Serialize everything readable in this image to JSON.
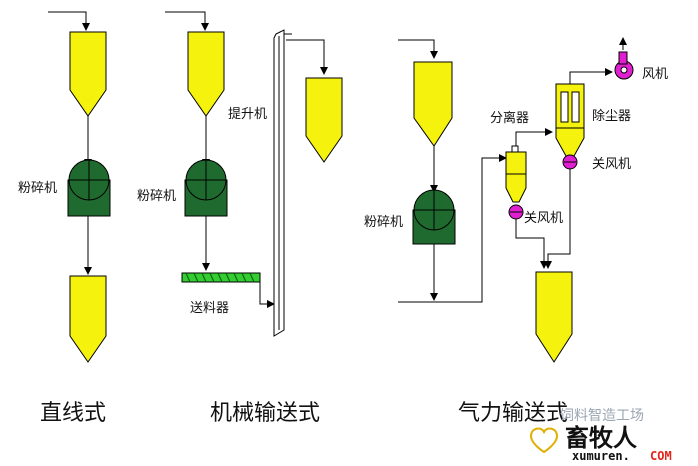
{
  "labels": {
    "crusher": "粉碎机",
    "elevator": "提升机",
    "conveyor": "送料器",
    "fan": "风机",
    "separator": "分离器",
    "dust_collector": "除尘器",
    "airlock": "关风机"
  },
  "captions": {
    "direct": "直线式",
    "mechanical": "机械输送式",
    "pneumatic": "气力输送式"
  },
  "watermark": {
    "text": "饲料智造工场",
    "brand": "畜牧人",
    "site": "xumuren.",
    "domain": "COM"
  },
  "colors": {
    "bin_fill": "#f5f20e",
    "crusher_fill": "#1f6b2f",
    "conveyor_fill": "#33cc33",
    "fan_fill": "#e020d0",
    "line": "#000000",
    "elevator_fill": "#ffffff"
  },
  "icons": [
    "hopper",
    "crusher-wheel",
    "screw-conveyor",
    "bucket-elevator",
    "cyclone-separator",
    "bag-filter",
    "rotary-airlock",
    "fan",
    "heart-logo"
  ]
}
